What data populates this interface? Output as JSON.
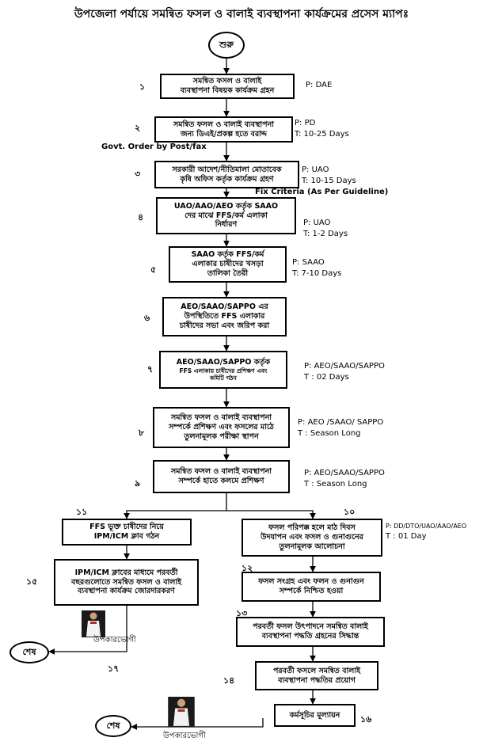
{
  "title": "উপজেলা পর্যায়ে সমন্বিত ফসল ও বালাই ব্যবস্থাপনা কার্যক্রমের প্রসেস ম্যাপঃ",
  "start": "শুরু",
  "end": "শেষ",
  "beneficiary": "উপকারভোগী",
  "edge_labels": {
    "govt_order": "Govt. Order by Post/fax",
    "fix_criteria": "Fix Criteria (As Per Guideline)"
  },
  "steps": [
    {
      "num": "১",
      "lines": [
        "সমন্বিত ফসল ও বালাই",
        "ব্যবস্থাপনা  বিষয়ক কার্যক্রম গ্রহন"
      ],
      "notes": [
        "P: DAE"
      ]
    },
    {
      "num": "২",
      "lines": [
        "সমন্বিত ফসল ও বালাই ব্যবস্থাপনা",
        "জন্য ডিএই/প্রকল্প হতে বরাদ্দ"
      ],
      "notes": [
        "P: PD",
        "T: 10-25 Days"
      ]
    },
    {
      "num": "৩",
      "lines": [
        "সরকারী আদেশ/নীতিমালা মোতাবেক",
        "কৃষি অফিস কর্তৃক কার্যক্রম গ্রহণ"
      ],
      "notes": [
        "P: UAO",
        "T: 10-15 Days"
      ]
    },
    {
      "num": "৪",
      "lines": [
        "UAO/AAO/AEO কর্তৃক SAAO",
        "দের  মাঝে FFS/কর্ম এলাকা",
        "নির্ধারণ"
      ],
      "notes": [
        "P: UAO",
        "T: 1-2 Days"
      ]
    },
    {
      "num": "৫",
      "lines": [
        "SAAO কর্তৃক FFS/কর্ম",
        "এলাকার চাষীদের খসড়া",
        "তালিকা তৈরী"
      ],
      "notes": [
        "P: SAAO",
        "T: 7-10 Days"
      ]
    },
    {
      "num": "৬",
      "lines": [
        "AEO/SAAO/SAPPO এর",
        "উপস্থিতিতে FFS এলাকার",
        "চাষীদের সভা এবং জরিপ করা"
      ],
      "notes": []
    },
    {
      "num": "৭",
      "lines": [
        "AEO/SAAO/SAPPO কর্তৃক",
        "FFS এলাকায় চাষীদের প্রশিক্ষণ এবং",
        "কমিটি গঠন"
      ],
      "notes": [
        "P: AEO/SAAO/SAPPO",
        "T : 02 Days"
      ]
    },
    {
      "num": "৮",
      "lines": [
        "সমন্বিত ফসল ও বালাই ব্যবস্থাপনা",
        "সম্পর্কে প্রশিক্ষণ এবং ফসলের মাঠে",
        "তুলনামূলক পরীক্ষা স্থাপন"
      ],
      "notes": [
        "P: AEO /SAAO/ SAPPO",
        "T : Season Long"
      ]
    },
    {
      "num": "৯",
      "lines": [
        "সমন্বিত ফসল ও বালাই ব্যবস্থাপনা",
        "সম্পর্কে হাতে কলমে প্রশিক্ষণ"
      ],
      "notes": [
        "P: AEO/SAAO/SAPPO",
        "T : Season Long"
      ]
    },
    {
      "num": "১০",
      "lines": [
        "ফসল পরিপক্ক হলে মাঠ দিবস",
        "উদযাপন এবং ফসল ও গুনাগুনের",
        "তুলনামূলক আলোচনা"
      ],
      "notes": [
        "P: DD/DTO/UAO/AAO/AEO",
        "T : 01 Day"
      ]
    },
    {
      "num": "১১",
      "lines": [
        "FFS ভূক্ত চাষীদের নিয়ে",
        "IPM/ICM ক্লাব গঠন"
      ],
      "notes": []
    },
    {
      "num": "১২",
      "lines": [
        "ফসল সংগ্রহ এবং ফলন ও গুনাগুন",
        "সম্পর্কে নিশ্চিত হওয়া"
      ],
      "notes": []
    },
    {
      "num": "১৩",
      "lines": [
        "পরবর্তী ফসল উৎপাদনে সমন্বিত বালাই",
        "ব্যবস্থাপনা পদ্ধতি গ্রহনের সিদ্ধান্ত"
      ],
      "notes": []
    },
    {
      "num": "১৪",
      "lines": [
        "পরবর্তী ফসলে সমন্বিত বালাই",
        "ব্যবস্থাপনা পদ্ধতির প্রয়োগ"
      ],
      "notes": []
    },
    {
      "num": "১৫",
      "lines": [
        "IPM/ICM ক্লাবের মাধ্যমে পরবর্তী",
        "বছরগুলোতে সমন্বিত ফসল ও বালাই",
        "ব্যবস্থাপনা কার্যক্রম জোরদারকরণ"
      ],
      "notes": []
    },
    {
      "num": "১৬",
      "lines": [
        "কর্মসূচির মূল্যায়ন"
      ],
      "notes": []
    },
    {
      "num": "১৭",
      "lines": [],
      "notes": []
    }
  ]
}
